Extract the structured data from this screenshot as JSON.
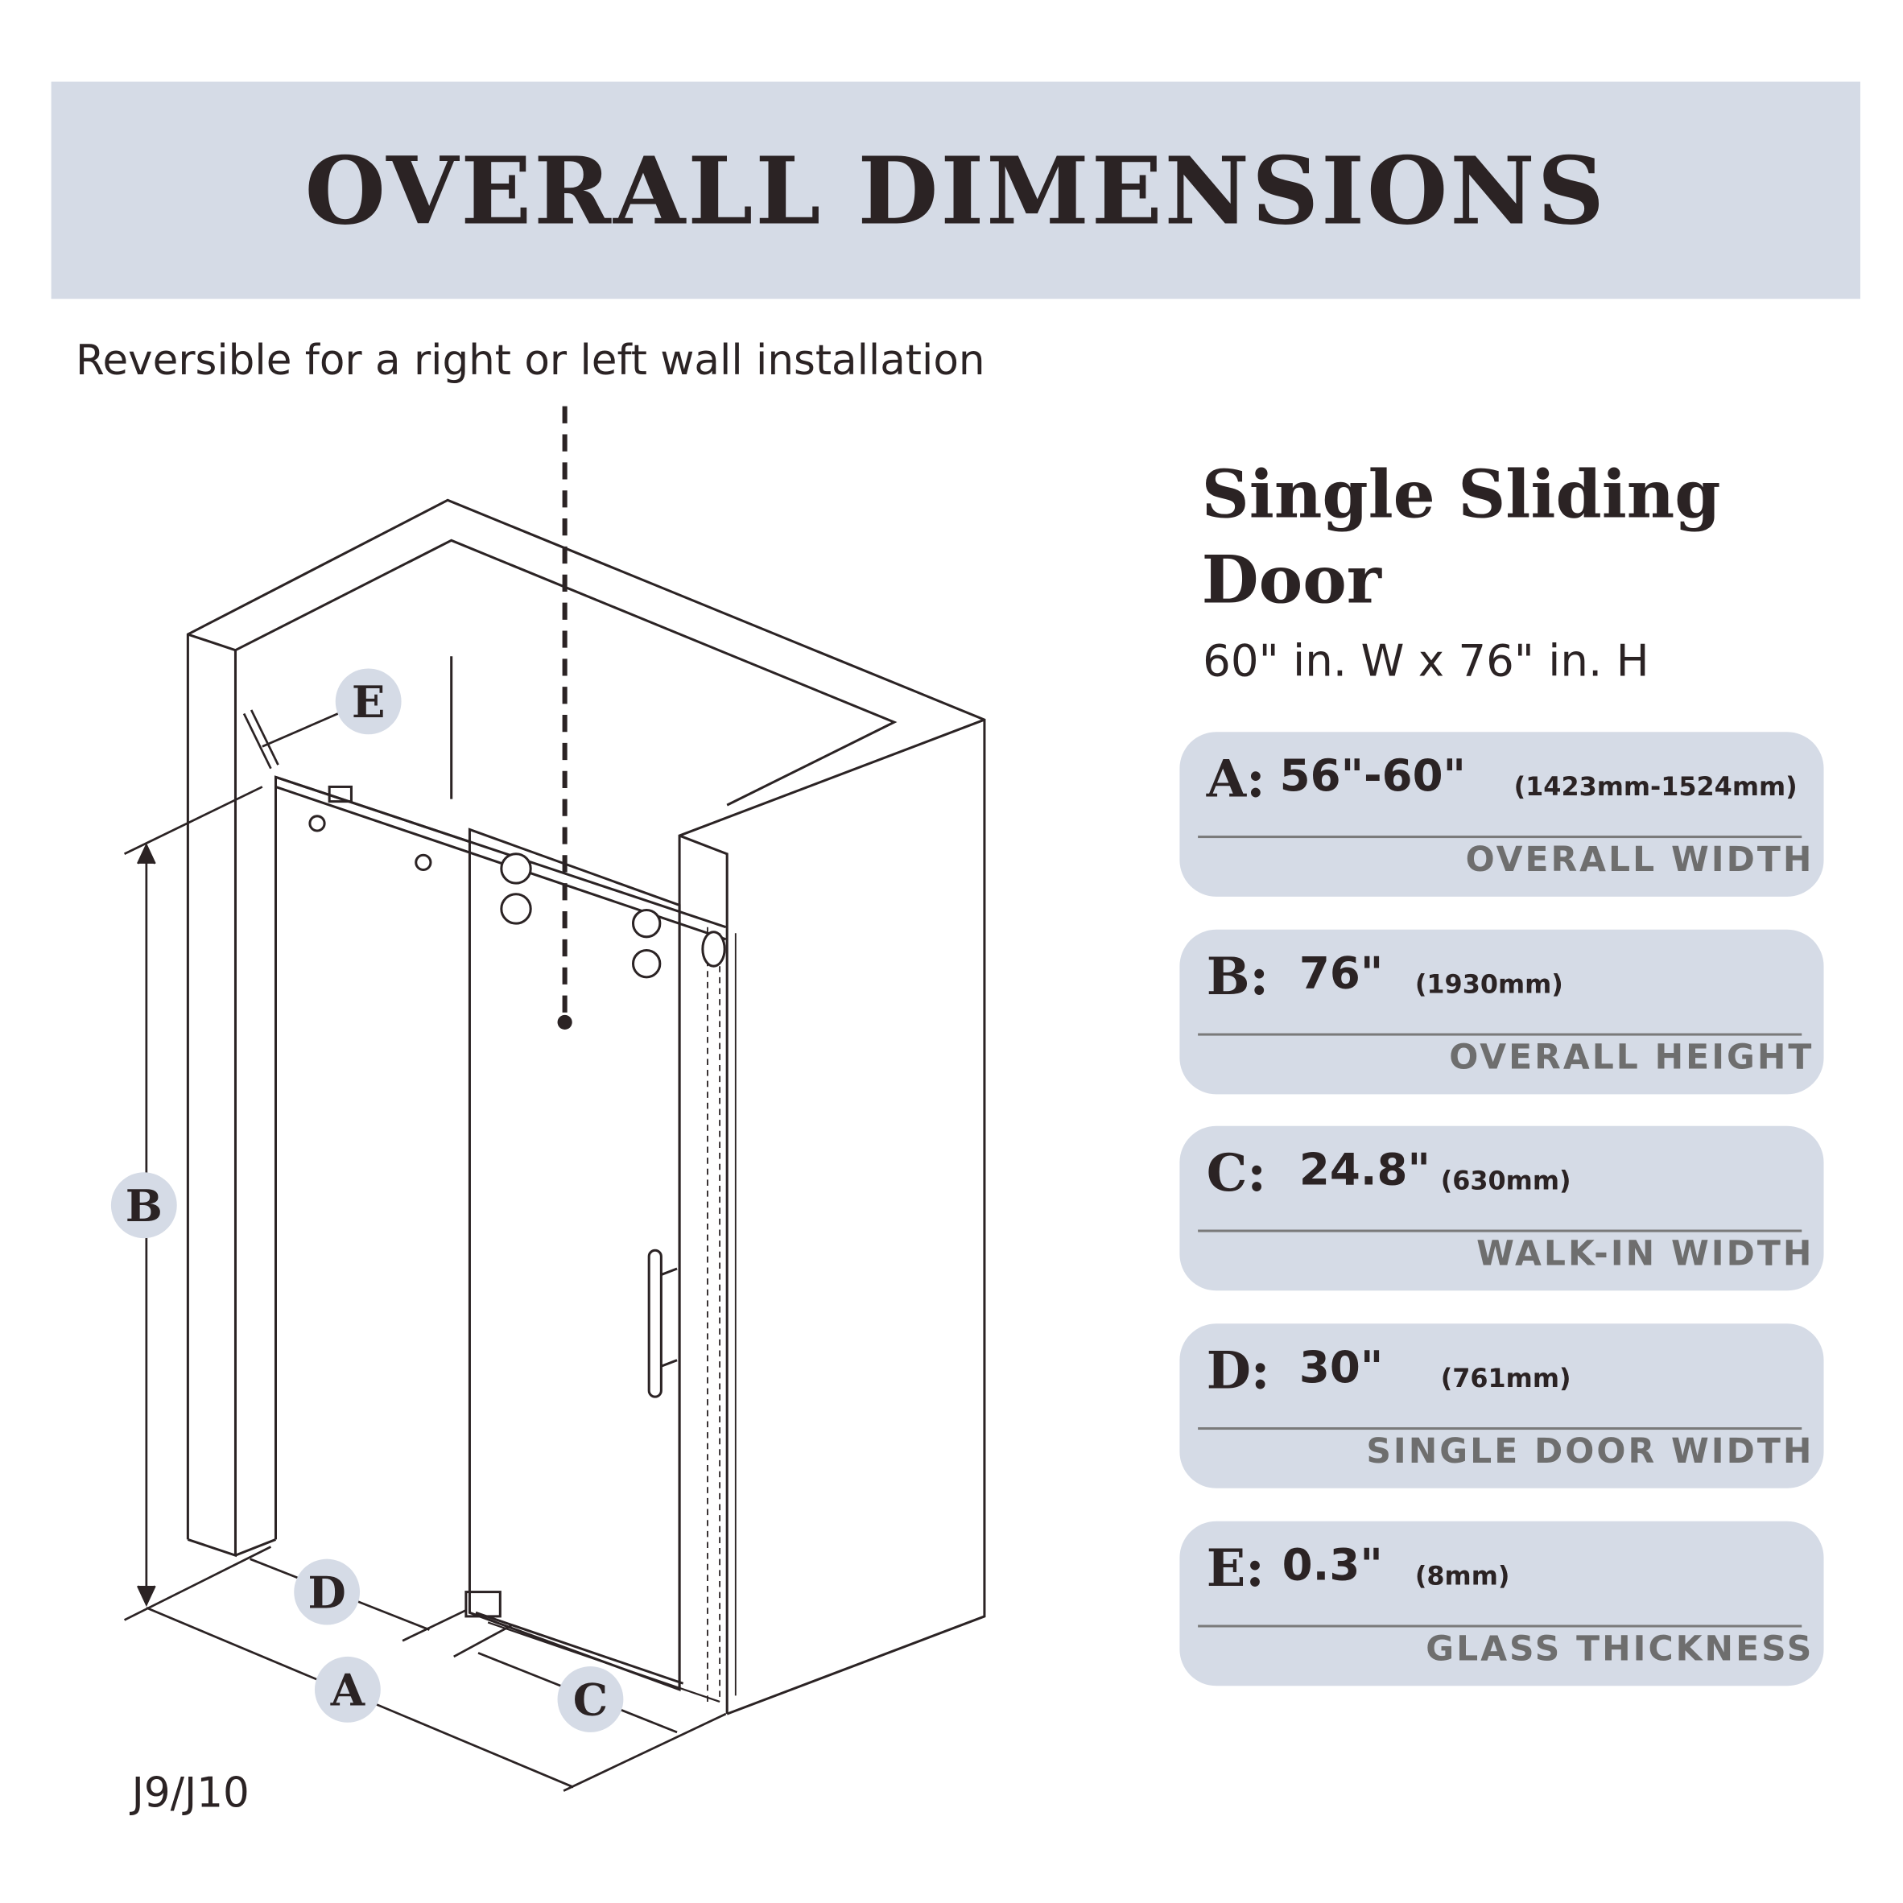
{
  "title": "OVERALL DIMENSIONS",
  "note": "Reversible for a right or left wall installation",
  "product": {
    "title": "Single Sliding Door",
    "size": "60\" in. W x 76\" in. H"
  },
  "specs": [
    {
      "letter": "A:",
      "value": "56\"-60\"",
      "mm": "(1423mm-1524mm)",
      "label": "OVERALL WIDTH"
    },
    {
      "letter": "B:",
      "value": "76\"",
      "mm": "(1930mm)",
      "label": "OVERALL HEIGHT"
    },
    {
      "letter": "C:",
      "value": "24.8\"",
      "mm": "(630mm)",
      "label": "WALK-IN WIDTH"
    },
    {
      "letter": "D:",
      "value": "30\"",
      "mm": "(761mm)",
      "label": "SINGLE DOOR WIDTH"
    },
    {
      "letter": "E:",
      "value": "0.3\"",
      "mm": "(8mm)",
      "label": "GLASS THICKNESS"
    }
  ],
  "diagram": {
    "labels": {
      "a": "A",
      "b": "B",
      "c": "C",
      "d": "D",
      "e": "E"
    }
  },
  "model": "J9/J10"
}
